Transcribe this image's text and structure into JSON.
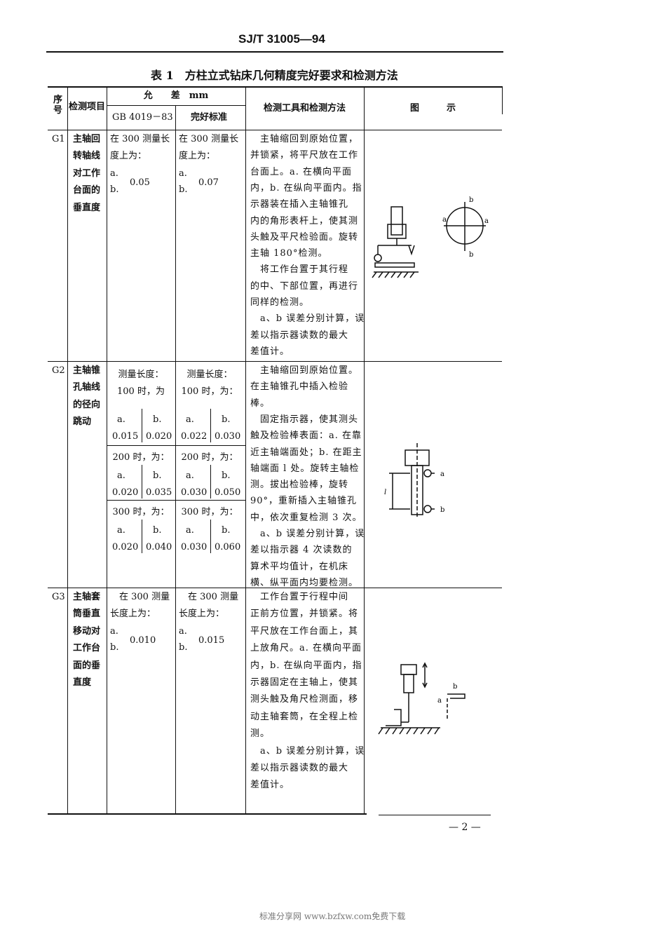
{
  "header": {
    "code": "SJ/T 31005—94"
  },
  "table_title": "表 1　方柱立式钻床几何精度完好要求和检测方法",
  "columns": {
    "seq": "序号",
    "item": "检测项目",
    "tolerance": "允　　差　mm",
    "gb": "GB 4019－83",
    "good": "完好标准",
    "method": "检测工具和检测方法",
    "figure": "图　　　示"
  },
  "rows": [
    {
      "id": "G1",
      "item_lines": [
        "主轴回",
        "转轴线",
        "对工作",
        "台面的",
        "垂直度"
      ],
      "gb": {
        "lines": [
          "在 300 测量长",
          "度上为："
        ],
        "a": "a.",
        "b": "b.",
        "value": "0.05"
      },
      "good": {
        "lines": [
          "在 300 测量长",
          "度上为："
        ],
        "a": "a.",
        "b": "b.",
        "value": "0.07"
      },
      "method": [
        [
          "　主轴缩回到原始位置，",
          "并锁紧，将平尺放在工作",
          "台面上。a. 在横向平面",
          "内，b. 在纵向平面内。指",
          "示器装在插入主轴锥孔",
          "内的角形表杆上，使其测",
          "头触及平尺检验面。旋转",
          "主轴 180°检测。"
        ],
        [
          "　将工作台置于其行程",
          "的中、下部位置，再进行",
          "同样的检测。"
        ],
        [
          "　a、b 误差分别计算，误",
          "差以指示器读数的最大",
          "差值计。"
        ]
      ],
      "figure_labels": [
        "a",
        "a",
        "b",
        "b"
      ]
    },
    {
      "id": "G2",
      "item_lines": [
        "主轴锥",
        "孔轴线",
        "的径向",
        "跳动"
      ],
      "gb": {
        "head": [
          "测量长度：",
          "100 时，为"
        ],
        "blocks": [
          {
            "a": "0.015",
            "b": "0.020"
          },
          {
            "label": "200 时，为：",
            "a": "0.020",
            "b": "0.035"
          },
          {
            "label": "300 时，为：",
            "a": "0.020",
            "b": "0.040"
          }
        ]
      },
      "good": {
        "head": [
          "测量长度：",
          "100 时，为："
        ],
        "blocks": [
          {
            "a": "0.022",
            "b": "0.030"
          },
          {
            "label": "200 时，为：",
            "a": "0.030",
            "b": "0.050"
          },
          {
            "label": "300 时，为：",
            "a": "0.030",
            "b": "0.060"
          }
        ]
      },
      "ab_labels": [
        "a.",
        "b."
      ],
      "method": [
        [
          "　主轴缩回到原始位置。",
          "在主轴锥孔中插入检验",
          "棒。"
        ],
        [
          "　固定指示器，使其测头",
          "触及检验棒表面：a. 在靠",
          "近主轴端面处；b. 在距主",
          "轴端面 l 处。旋转主轴检",
          "测。拔出检验棒，旋转",
          "90°，重新插入主轴锥孔",
          "中，依次重复检测 3 次。"
        ],
        [
          "　a、b 误差分别计算，误",
          "差以指示器 4 次读数的",
          "算术平均值计，在机床",
          "横、纵平面内均要检测。"
        ]
      ],
      "figure_labels": [
        "l",
        "a",
        "b"
      ]
    },
    {
      "id": "G3",
      "item_lines": [
        "主轴套",
        "筒垂直",
        "移动对",
        "工作台",
        "面的垂",
        "直度"
      ],
      "gb": {
        "lines": [
          "　在 300 测量",
          "长度上为："
        ],
        "a": "a.",
        "b": "b.",
        "value": "0.010"
      },
      "good": {
        "lines": [
          "　在 300 测量",
          "长度上为："
        ],
        "a": "a.",
        "b": "b.",
        "value": "0.015"
      },
      "method": [
        [
          "　工作台置于行程中间",
          "正前方位置，并锁紧。将",
          "平尺放在工作台面上，其",
          "上放角尺。a. 在横向平面",
          "内，b. 在纵向平面内，指",
          "示器固定在主轴上，使其",
          "测头触及角尺检测面，移",
          "动主轴套筒，在全程上检",
          "测。"
        ],
        [
          "　a、b 误差分别计算，误",
          "差以指示器读数的最大",
          "差值计。"
        ]
      ],
      "figure_labels": [
        "a",
        "b"
      ]
    }
  ],
  "page_number": "— 2 —",
  "watermark": "标准分享网 www.bzfxw.com免费下载"
}
